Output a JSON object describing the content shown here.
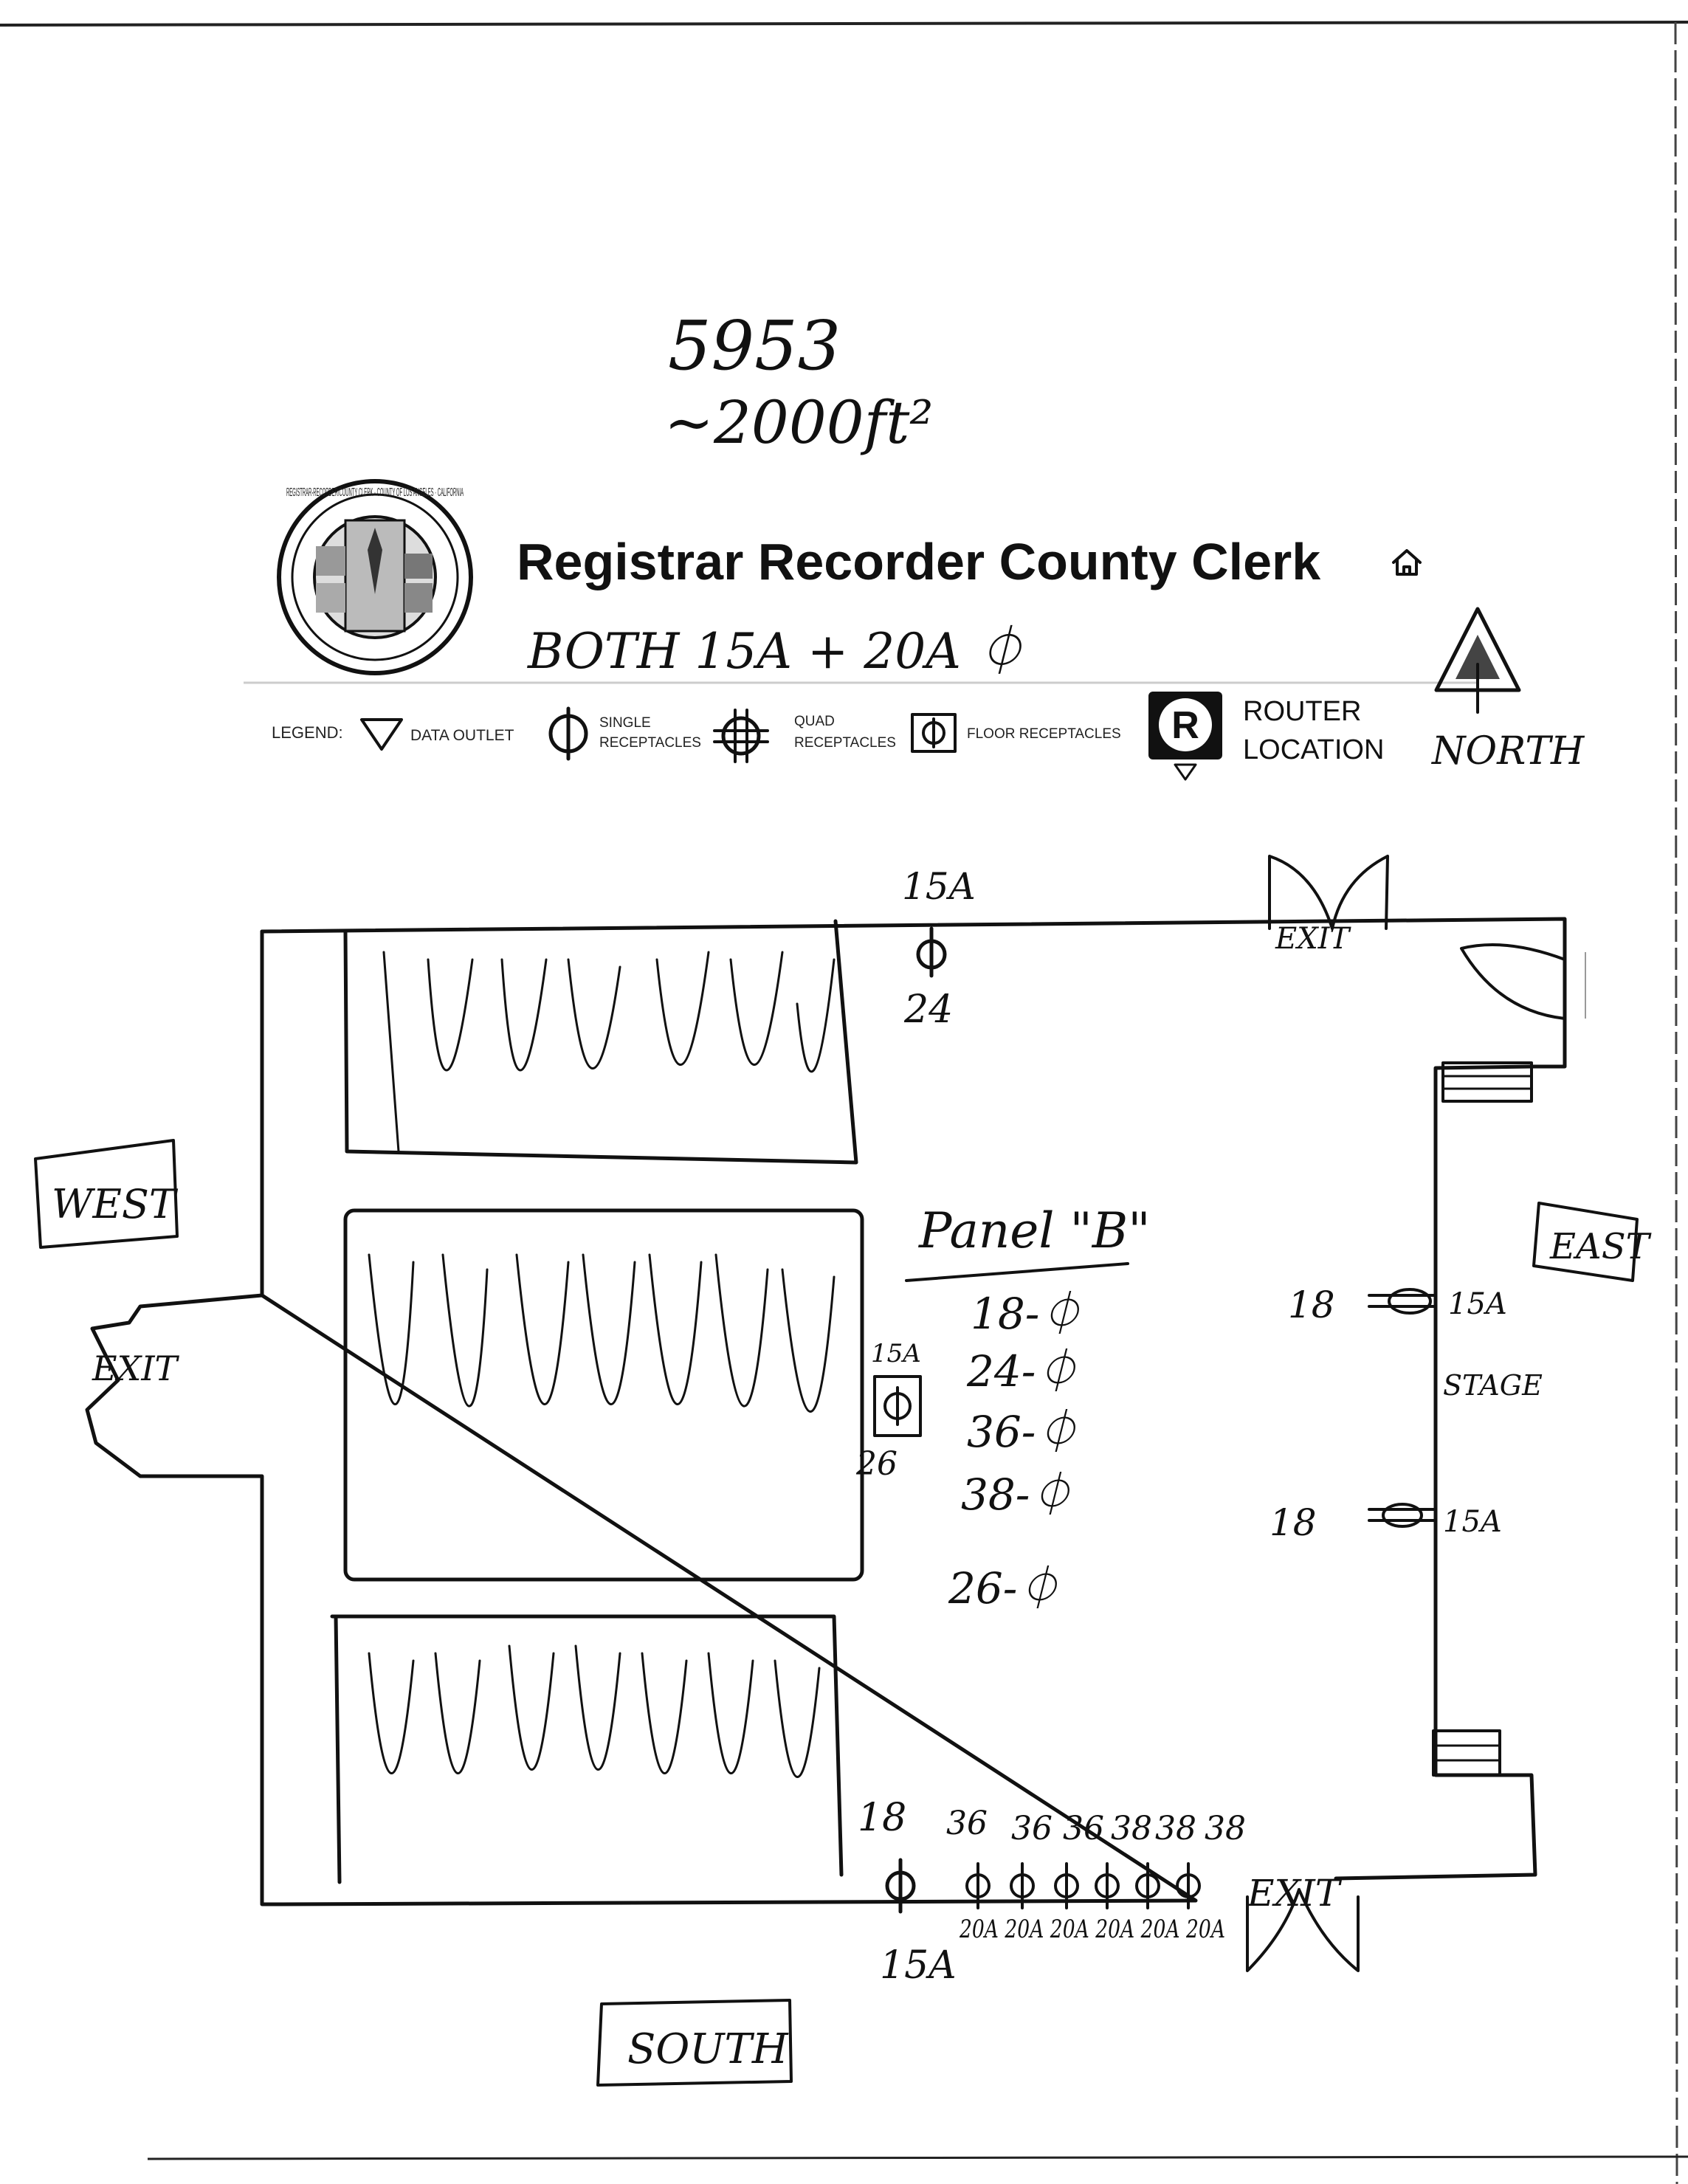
{
  "handwritten_header": {
    "code": "5953",
    "area": "~2000ft²"
  },
  "header": {
    "title": "Registrar Recorder County Clerk",
    "seal_text": "REGISTRAR-RECORDER/COUNTY CLERK · COUNTY OF LOS ANGELES · CALIFORNIA",
    "home_icon": "home-icon"
  },
  "note": "BOTH 15A + 20A ⏀",
  "legend": {
    "label": "LEGEND:",
    "items": [
      {
        "icon": "data-outlet-triangle-icon",
        "label": "DATA OUTLET"
      },
      {
        "icon": "single-receptacle-icon",
        "label_line1": "SINGLE",
        "label_line2": "RECEPTACLES"
      },
      {
        "icon": "quad-receptacle-icon",
        "label_line1": "QUAD",
        "label_line2": "RECEPTACLES"
      },
      {
        "icon": "floor-receptacle-icon",
        "label": "FLOOR RECEPTACLES"
      },
      {
        "icon": "router-r-icon",
        "label_line1": "ROUTER",
        "label_line2": "LOCATION"
      }
    ],
    "north_label": "NORTH"
  },
  "directions": {
    "west": "WEST",
    "east": "EAST",
    "south": "SOUTH"
  },
  "exits": {
    "north": "EXIT",
    "west": "EXIT",
    "south": "EXIT"
  },
  "stage_label": "STAGE",
  "panel": {
    "title": "Panel \"B\"",
    "rows": [
      "18-⏀",
      "24-⏀",
      "36-⏀",
      "38-⏀",
      "26-⏀"
    ]
  },
  "north_wall_outlet": {
    "amps": "15A",
    "circuit": "24"
  },
  "floor_outlet": {
    "amps": "15A",
    "circuit": "26"
  },
  "east_outlets": [
    {
      "circuit": "18",
      "amps": "15A"
    },
    {
      "circuit": "18",
      "amps": "15A"
    }
  ],
  "south_outlets": {
    "first": {
      "circuit": "18",
      "amps": "15A"
    },
    "circuits": [
      "36",
      "36",
      "36",
      "38",
      "38",
      "38"
    ],
    "amps_row": "20A 20A 20A 20A 20A 20A"
  }
}
